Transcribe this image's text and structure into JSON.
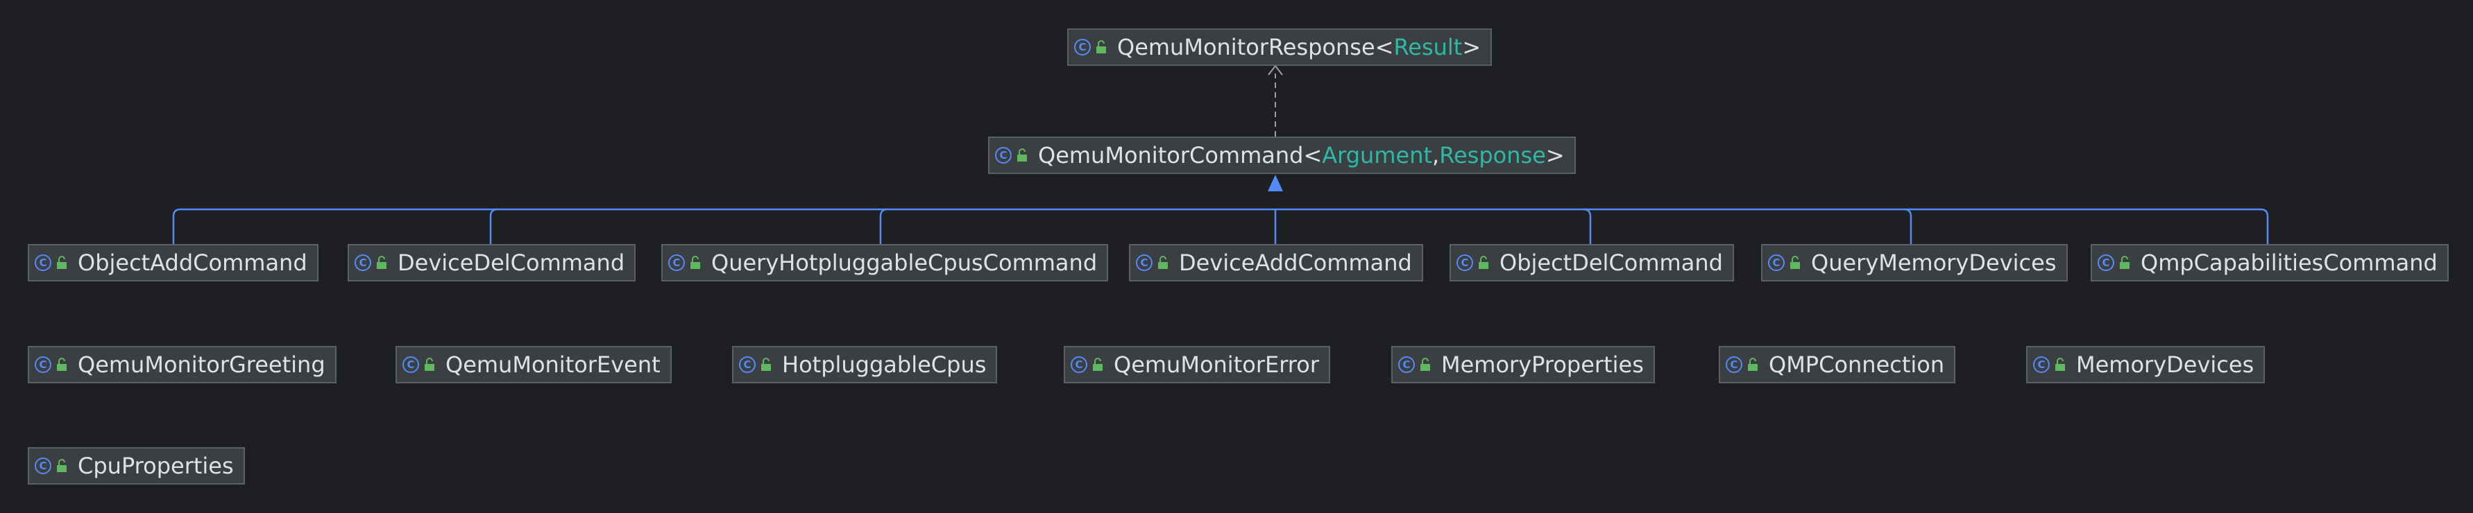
{
  "colors": {
    "background": "#1e1f22",
    "node": "#3c3f41",
    "class_icon": "#548af7",
    "type_param": "#2fb8a7",
    "edge_inherit": "#548af7",
    "edge_implement": "#9da0a8"
  },
  "icons": {
    "class": "class-icon",
    "visibility": "public-lock-icon"
  },
  "nodes": {
    "response": {
      "name": "QemuMonitorResponse",
      "open": "<",
      "p1": "Result",
      "close": ">"
    },
    "command": {
      "name": "QemuMonitorCommand",
      "open": "<",
      "p1": "Argument",
      "sep": ", ",
      "p2": "Response",
      "close": ">"
    },
    "row1": [
      "ObjectAddCommand",
      "DeviceDelCommand",
      "QueryHotpluggableCpusCommand",
      "DeviceAddCommand",
      "ObjectDelCommand",
      "QueryMemoryDevices",
      "QmpCapabilitiesCommand"
    ],
    "row2": [
      "QemuMonitorGreeting",
      "QemuMonitorEvent",
      "HotpluggableCpus",
      "QemuMonitorError",
      "MemoryProperties",
      "QMPConnection",
      "MemoryDevices"
    ],
    "row3": [
      "CpuProperties"
    ]
  },
  "edges": [
    {
      "from": "QemuMonitorCommand",
      "to": "QemuMonitorResponse",
      "kind": "implements"
    },
    {
      "from": "ObjectAddCommand",
      "to": "QemuMonitorCommand",
      "kind": "extends"
    },
    {
      "from": "DeviceDelCommand",
      "to": "QemuMonitorCommand",
      "kind": "extends"
    },
    {
      "from": "QueryHotpluggableCpusCommand",
      "to": "QemuMonitorCommand",
      "kind": "extends"
    },
    {
      "from": "DeviceAddCommand",
      "to": "QemuMonitorCommand",
      "kind": "extends"
    },
    {
      "from": "ObjectDelCommand",
      "to": "QemuMonitorCommand",
      "kind": "extends"
    },
    {
      "from": "QueryMemoryDevices",
      "to": "QemuMonitorCommand",
      "kind": "extends"
    },
    {
      "from": "QmpCapabilitiesCommand",
      "to": "QemuMonitorCommand",
      "kind": "extends"
    }
  ]
}
